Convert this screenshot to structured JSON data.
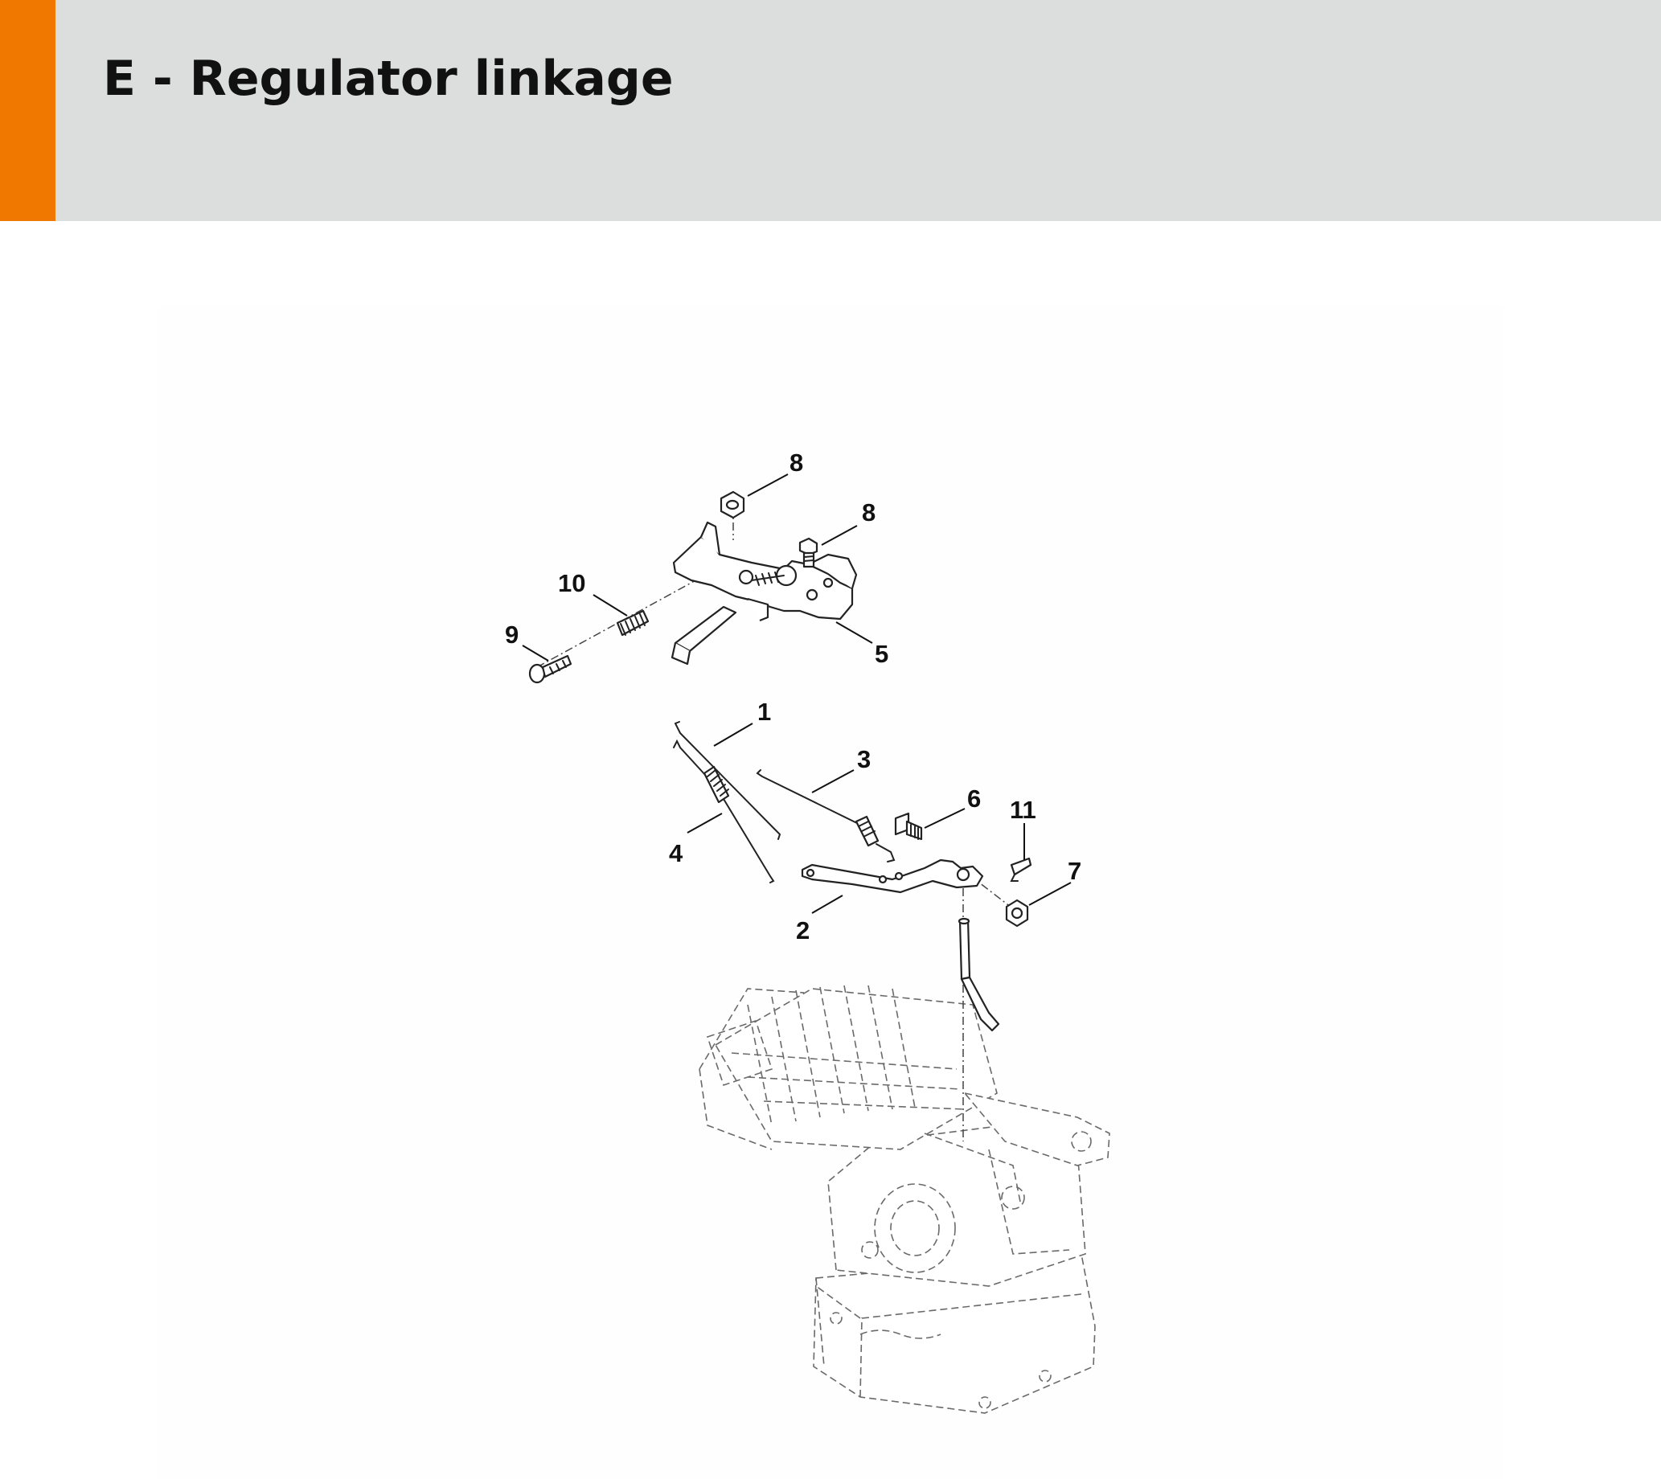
{
  "header": {
    "title": "E - Regulator linkage",
    "accent_color": "#f07800",
    "background_color": "#dcdddd"
  },
  "diagram": {
    "callouts": [
      {
        "id": "c1",
        "label": "1"
      },
      {
        "id": "c2",
        "label": "2"
      },
      {
        "id": "c3",
        "label": "3"
      },
      {
        "id": "c4",
        "label": "4"
      },
      {
        "id": "c5",
        "label": "5"
      },
      {
        "id": "c6",
        "label": "6"
      },
      {
        "id": "c7",
        "label": "7"
      },
      {
        "id": "c8a",
        "label": "8"
      },
      {
        "id": "c8b",
        "label": "8"
      },
      {
        "id": "c9",
        "label": "9"
      },
      {
        "id": "c10",
        "label": "10"
      },
      {
        "id": "c11",
        "label": "11"
      }
    ]
  }
}
